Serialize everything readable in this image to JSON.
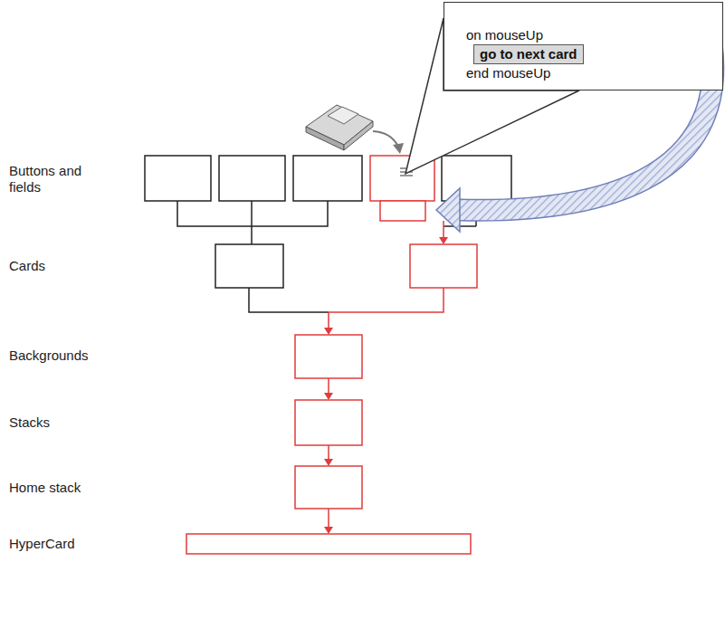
{
  "diagram": {
    "nodes": [
      {
        "text": [
          "on mouseUp",
          "go to next card",
          "end mouseUp"
        ]
      }
    ],
    "labels": [
      "Buttons and fields",
      "Cards",
      "Backgrounds",
      "Stacks",
      "Home stack",
      "HyperCard"
    ]
  }
}
